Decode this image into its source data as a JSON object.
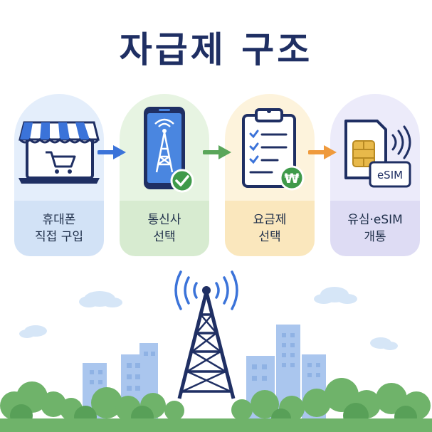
{
  "title": "자급제 구조",
  "steps": [
    {
      "line1": "휴대폰",
      "line2": "직접 구입",
      "icon": "storefront-cart-icon"
    },
    {
      "line1": "통신사",
      "line2": "선택",
      "icon": "smartphone-antenna-icon"
    },
    {
      "line1": "요금제",
      "line2": "선택",
      "icon": "clipboard-checklist-icon"
    },
    {
      "line1": "유심·eSIM",
      "line2": "개통",
      "icon": "sim-card-esim-icon"
    }
  ],
  "esim_label": "eSIM",
  "won_symbol": "₩",
  "colors": {
    "title": "#1f2f63",
    "arrow_1": "#3b73d9",
    "arrow_2": "#5aa65a",
    "arrow_3": "#ef9a3c"
  }
}
